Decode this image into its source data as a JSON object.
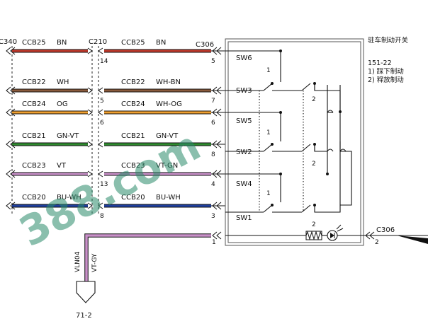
{
  "connectors": {
    "c340": "C340",
    "c210": "C210",
    "c306_top": "C306",
    "c306_right": "C306",
    "c306_right_pin": "2"
  },
  "switch_title": "驻车制动开关",
  "switch_code": "151-22",
  "switch_states": [
    "1) 踩下制动",
    "2) 释放制动"
  ],
  "wires": [
    {
      "circuit_left": "CCB25",
      "color_left": "BN",
      "circuit_right": "CCB25",
      "color_right": "BN",
      "c210_pin": "14",
      "c306_pin": "5",
      "hex": "#c0392b"
    },
    {
      "circuit_left": "CCB22",
      "color_left": "WH",
      "circuit_right": "CCB22",
      "color_right": "WH-BN",
      "c210_pin": "5",
      "c306_pin": "7",
      "hex": "#8a5a3c"
    },
    {
      "circuit_left": "CCB24",
      "color_left": "OG",
      "circuit_right": "CCB24",
      "color_right": "WH-OG",
      "c210_pin": "6",
      "c306_pin": "6",
      "hex": "#f0a030"
    },
    {
      "circuit_left": "CCB21",
      "color_left": "GN-VT",
      "circuit_right": "CCB21",
      "color_right": "GN-VT",
      "c210_pin": "",
      "c306_pin": "8",
      "hex": "#2e8b2e"
    },
    {
      "circuit_left": "CCB23",
      "color_left": "VT",
      "circuit_right": "CCB23",
      "color_right": "VT-GN",
      "c210_pin": "13",
      "c306_pin": "4",
      "hex": "#c890c8"
    },
    {
      "circuit_left": "CCB20",
      "color_left": "BU-WH",
      "circuit_right": "CCB20",
      "color_right": "BU-WH",
      "c210_pin": "8",
      "c306_pin": "3",
      "hex": "#1f3f9f"
    }
  ],
  "bottom_wire": {
    "circuit": "VLN04",
    "color": "VT-GY",
    "c306_pin": "1",
    "hex": "#c890c8"
  },
  "switches": [
    "SW6",
    "SW3",
    "SW5",
    "SW2",
    "SW4",
    "SW1"
  ],
  "switch_contacts": [
    "1",
    "2",
    "1",
    "2",
    "1",
    "2"
  ],
  "ground_ref": "71-2",
  "watermark": "388.com"
}
